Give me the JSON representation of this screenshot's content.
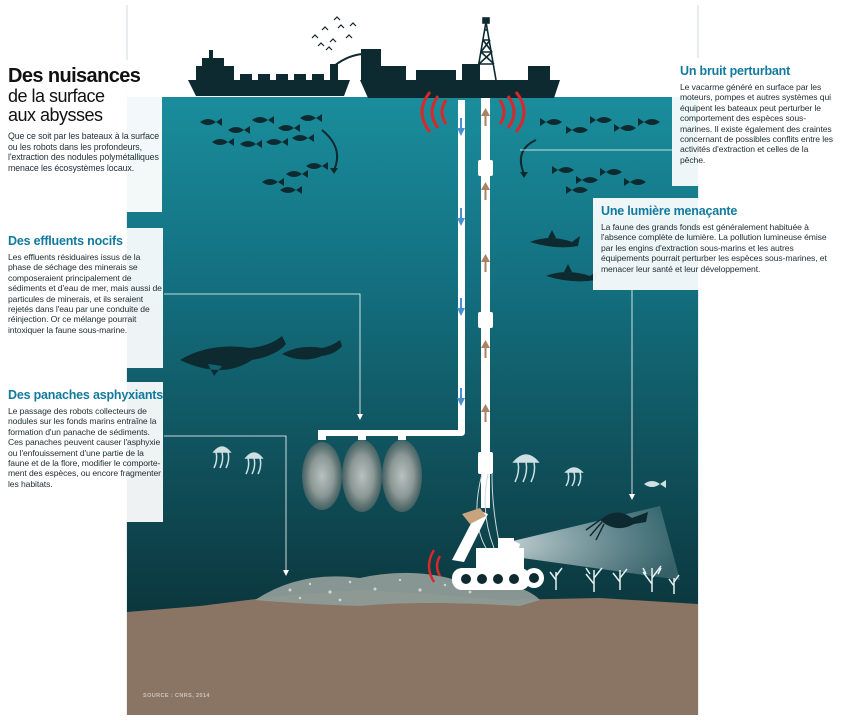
{
  "title": {
    "line1": "Des nuisances",
    "line2": "de la surface",
    "line3": "aux abysses",
    "intro": "Que ce soit par les bateaux à la surface ou les robots dans les profondeurs, l'extraction des nodules polymétalliques menace les écosystèmes locaux."
  },
  "sections": {
    "effluents": {
      "heading": "Des effluents nocifs",
      "text": "Les effluents résiduaires issus de la phase de séchage des minerais se composeraient principalement de sédiments et d'eau de mer, mais aussi de particules de minerais, et ils seraient rejetés dans l'eau par une conduite de réinjection. Or ce mélange pourrait intoxiquer la faune sous-marine."
    },
    "panaches": {
      "heading": "Des panaches asphyxiants",
      "text": "Le passage des robots collecteurs de nodules sur les fonds marins entraîne la formation d'un panache de sédiments. Ces panaches peuvent causer l'asphyxie ou l'en­fouissement d'une partie de la faune et de la flore, modifier le comporte­ment des espèces, ou encore fragmenter les habitats."
    },
    "bruit": {
      "heading": "Un bruit perturbant",
      "text": "Le vacarme généré en surface par les moteurs, pompes et autres systèmes qui équipent les bateaux peut pertur­ber le comportement des espèces sous-marines. Il existe également des craintes concernant de possibles conflits entre les activités d'extraction et celles de la pêche."
    },
    "lumiere": {
      "heading": "Une lumière menaçante",
      "text": "La faune des grands fonds est généralement habituée à l'absence complète de lumière. La pollution lumineuse émise par les engins d'extraction sous-marins et les autres équipements pourrait perturber les espèces sous-marines, et menacer leur santé et leur développement."
    }
  },
  "source": "SOURCE : CNRS, 2014",
  "colors": {
    "sky": "#ffffff",
    "ocean_top": "#1d8a9a",
    "ocean_bottom": "#0c3a42",
    "seabed": "#8a7565",
    "heading_blue": "#127a9e",
    "silhouette": "#0d2a30",
    "noise_red": "#d8282a",
    "arrow_down": "#4a8fd0",
    "arrow_up": "#a88263"
  },
  "icons": [
    "ship-icon",
    "drilling-ship-icon",
    "drill-tower-icon",
    "bird-icon",
    "fish-icon",
    "whale-icon",
    "shark-icon",
    "jellyfish-icon",
    "squid-icon",
    "coral-icon",
    "robot-collector-icon",
    "sediment-plume-icon",
    "sound-wave-icon",
    "light-beam-icon"
  ]
}
